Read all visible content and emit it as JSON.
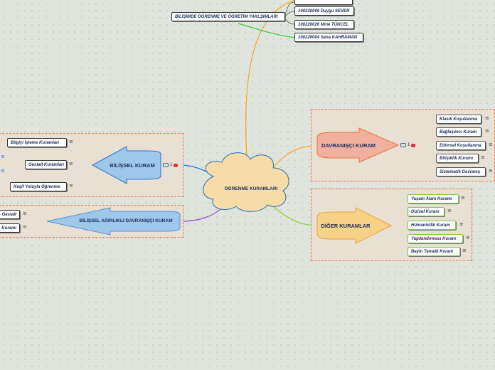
{
  "central": {
    "label": "ÖĞRENME KURAMLARI"
  },
  "top_branch": {
    "label": "BİLİŞİMDE ÖĞRENME VE ÖĞRETİM YAKLŞIMLARI",
    "children": [
      "100220006 Duygu SEVER",
      "100220026 Mine TÜNCEL",
      "100220004 Sena KAHRAMAN"
    ]
  },
  "davranisci": {
    "label": "DAVRANIŞÇI KURAM",
    "note_count": "1",
    "children": [
      "Klasik Koşullanma",
      "Bağlaşımcı Kuram",
      "Edimsel Koşullanma",
      "Bitişiklik Kuramı",
      "Sistematik Davranış"
    ]
  },
  "diger": {
    "label": "DİĞER KURAMLAR",
    "children": [
      "Yaşam Alanı Kuramı",
      "Dizisel Kuram",
      "Hümanistlik Kuram",
      "Yapılandırmacı Kuram",
      "Beyin Temelli Kuram"
    ]
  },
  "bilissel": {
    "label": "BİLİŞSEL KURAM",
    "note_count": "1",
    "children": [
      "Bilgiyi İşleme Kuramları",
      "Gestalt Kuramları",
      "Keşif Yoluyla Öğrenme"
    ]
  },
  "bilissel_agirlikli": {
    "label": "BİLİŞSEL AĞIRLIKLI DAVRANIŞÇI KURAM",
    "children": [
      "– Gestalt",
      "Kuramı"
    ]
  },
  "note_glyph": "≡",
  "colors": {
    "davranisci_arrow": "#f0b0a0",
    "diger_arrow": "#f7d38a",
    "bilissel_arrow": "#9ec8ea",
    "central_cloud": "#f5dca8"
  }
}
